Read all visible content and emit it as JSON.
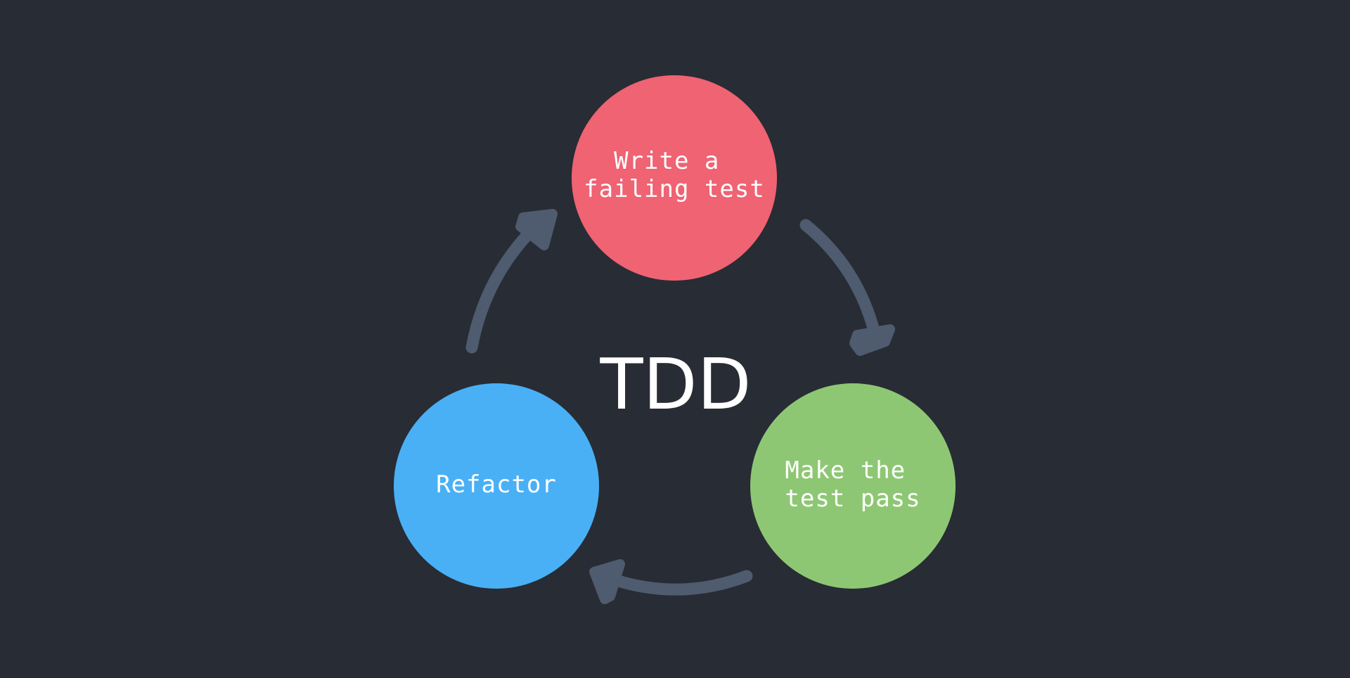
{
  "diagram": {
    "center_title": "TDD",
    "colors": {
      "background": "#282c34",
      "arrow": "#4f5b6e",
      "text": "#ffffff"
    },
    "nodes": [
      {
        "id": "write",
        "lines": [
          "Write a",
          "failing test"
        ],
        "color": "#ef6373"
      },
      {
        "id": "pass",
        "lines": [
          "Make the",
          "test pass"
        ],
        "color": "#8ec773"
      },
      {
        "id": "refactor",
        "lines": [
          "Refactor"
        ],
        "color": "#49b0f5"
      }
    ],
    "edges": [
      {
        "from": "write",
        "to": "pass"
      },
      {
        "from": "pass",
        "to": "refactor"
      },
      {
        "from": "refactor",
        "to": "write"
      }
    ]
  }
}
